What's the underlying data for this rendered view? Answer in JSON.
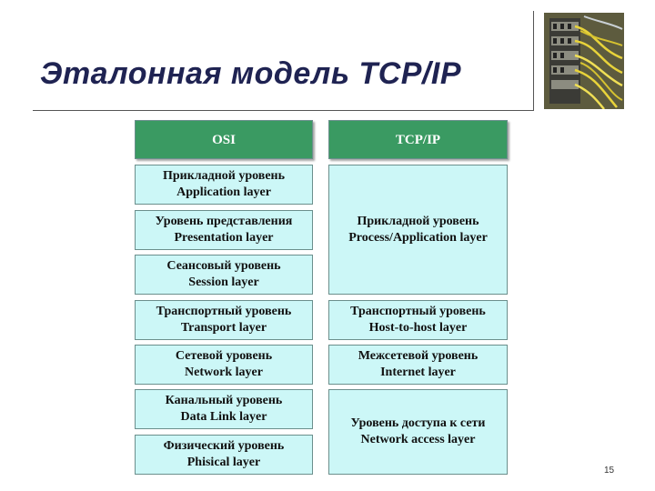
{
  "slide": {
    "title": "Эталонная модель TCP/IP",
    "page_number": "15"
  },
  "table": {
    "osi_header": "OSI",
    "tcpip_header": "TCP/IP",
    "osi_layers": [
      {
        "ru": "Прикладной уровень",
        "en": "Application layer"
      },
      {
        "ru": "Уровень представления",
        "en": "Presentation layer"
      },
      {
        "ru": "Сеансовый уровень",
        "en": "Session layer"
      },
      {
        "ru": "Транспортный уровень",
        "en": "Transport layer"
      },
      {
        "ru": "Сетевой уровень",
        "en": "Network layer"
      },
      {
        "ru": "Канальный уровень",
        "en": "Data Link layer"
      },
      {
        "ru": "Физический уровень",
        "en": "Phisical layer"
      }
    ],
    "tcpip_layers": [
      {
        "ru": "Прикладной уровень",
        "en": "Process/Application layer"
      },
      {
        "ru": "Транспортный уровень",
        "en": "Host-to-host layer"
      },
      {
        "ru": "Межсетевой уровень",
        "en": "Internet layer"
      },
      {
        "ru": "Уровень доступа к сети",
        "en": "Network access layer"
      }
    ]
  },
  "colors": {
    "header_fill": "#3a9a62",
    "cell_fill": "#ccf7f7",
    "title_color": "#1f2352"
  }
}
